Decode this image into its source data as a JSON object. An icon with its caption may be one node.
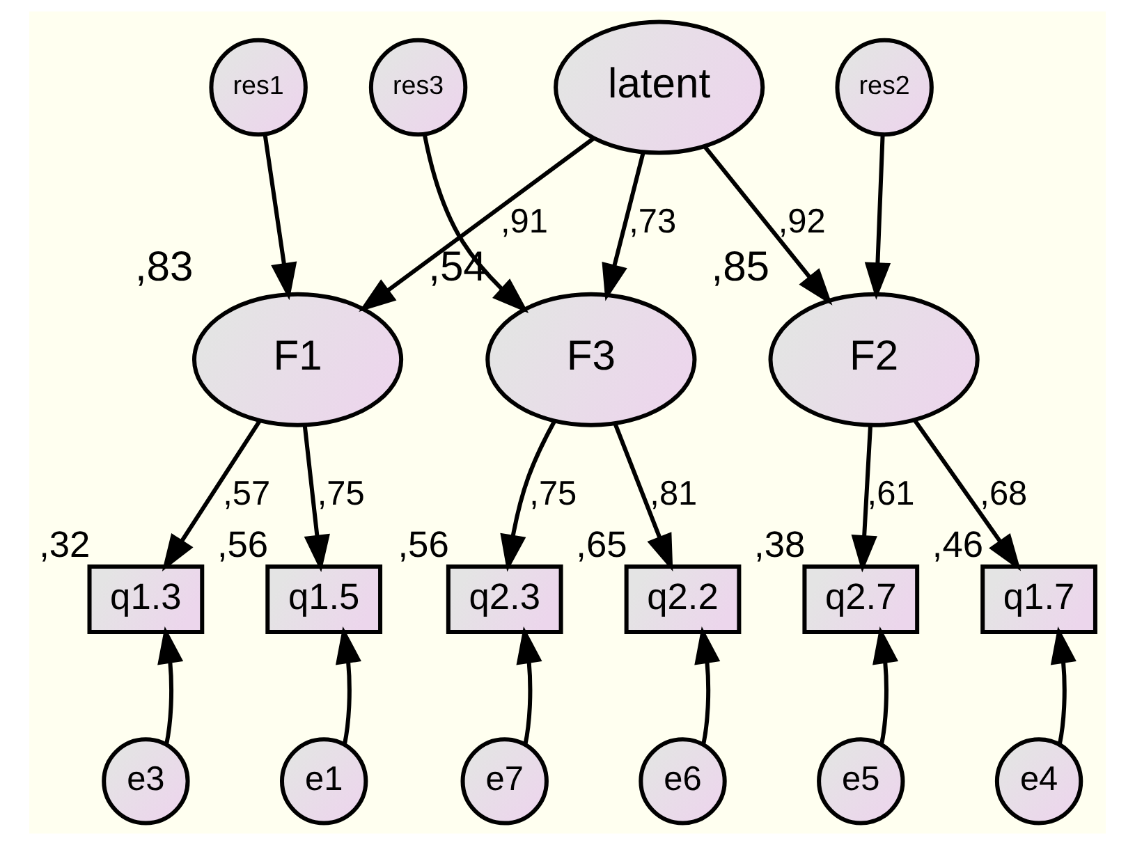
{
  "diagram": {
    "nodes": [
      {
        "text": [
          "latent"
        ]
      },
      {
        "text": [
          "res1"
        ]
      },
      {
        "text": [
          "F1"
        ],
        "beside": [
          ",83"
        ]
      },
      {
        "text": [
          "res2"
        ]
      },
      {
        "text": [
          "F2"
        ],
        "beside": [
          ",85"
        ]
      },
      {
        "text": [
          "res3"
        ]
      },
      {
        "text": [
          "F3"
        ],
        "beside": [
          ",54"
        ]
      },
      {
        "text": [
          "q1.3"
        ],
        "beside": [
          ",32"
        ]
      },
      {
        "text": [
          "q1.5"
        ],
        "beside": [
          ",56"
        ]
      },
      {
        "text": [
          "q2.7"
        ],
        "beside": [
          ",38"
        ]
      },
      {
        "text": [
          "q1.7"
        ],
        "beside": [
          ",46"
        ]
      },
      {
        "text": [
          "q2.3"
        ],
        "beside": [
          ",56"
        ]
      },
      {
        "text": [
          "q2.2"
        ],
        "beside": [
          ",65"
        ]
      },
      {
        "text": [
          "e3"
        ]
      },
      {
        "text": [
          "e1"
        ]
      },
      {
        "text": [
          "e5"
        ]
      },
      {
        "text": [
          "e4"
        ]
      },
      {
        "text": [
          "e7"
        ]
      },
      {
        "text": [
          "e6"
        ]
      }
    ],
    "edges": [
      {
        "from": 0,
        "to": 2,
        "arrow": "to",
        "label": ",91"
      },
      {
        "from": 0,
        "to": 4,
        "arrow": "to",
        "label": ",92"
      },
      {
        "from": 0,
        "to": 6,
        "arrow": "to",
        "label": ",73"
      },
      {
        "from": 1,
        "to": 2,
        "arrow": "to"
      },
      {
        "from": 3,
        "to": 4,
        "arrow": "to"
      },
      {
        "from": 5,
        "to": 6,
        "arrow": "to"
      },
      {
        "from": 2,
        "to": 7,
        "arrow": "to",
        "label": ",57"
      },
      {
        "from": 2,
        "to": 8,
        "arrow": "to",
        "label": ",75"
      },
      {
        "from": 4,
        "to": 9,
        "arrow": "to",
        "label": ",61"
      },
      {
        "from": 4,
        "to": 10,
        "arrow": "to",
        "label": ",68"
      },
      {
        "from": 6,
        "to": 11,
        "arrow": "to",
        "label": ",75"
      },
      {
        "from": 6,
        "to": 12,
        "arrow": "to",
        "label": ",81"
      },
      {
        "from": 13,
        "to": 7,
        "arrow": "to"
      },
      {
        "from": 14,
        "to": 8,
        "arrow": "to"
      },
      {
        "from": 15,
        "to": 9,
        "arrow": "to"
      },
      {
        "from": 16,
        "to": 10,
        "arrow": "to"
      },
      {
        "from": 17,
        "to": 11,
        "arrow": "to"
      },
      {
        "from": 18,
        "to": 12,
        "arrow": "to"
      }
    ]
  }
}
